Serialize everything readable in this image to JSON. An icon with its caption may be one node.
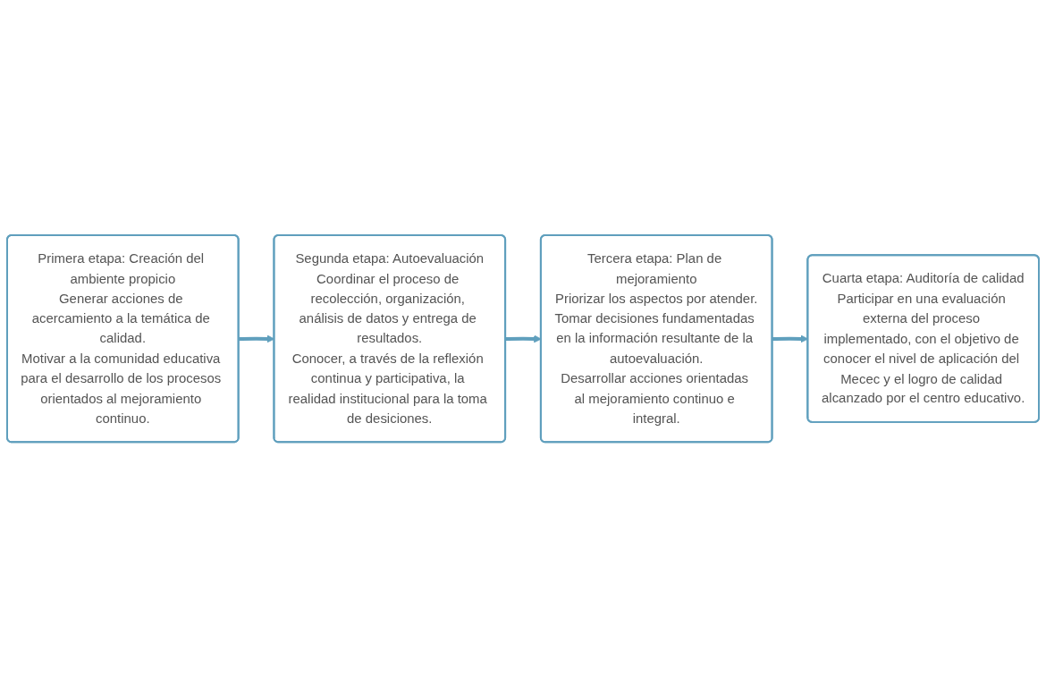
{
  "diagram": {
    "nodes": [
      {
        "text": [
          "Primera etapa: Creación del ambiente propicio",
          "Generar acciones de acercamiento a la temática de calidad.",
          "Motivar a la comunidad educativa para el desarrollo de los procesos orientados al mejoramiento continuo."
        ]
      },
      {
        "text": [
          "Segunda etapa: Autoevaluación",
          "Coordinar el proceso de recolección, organización, análisis de datos y entrega de resultados.",
          "Conocer, a través de la reflexión continua y participativa, la realidad institucional para la toma de desiciones."
        ]
      },
      {
        "text": [
          "Tercera etapa: Plan de mejoramiento",
          "Priorizar los aspectos por atender.",
          "Tomar decisiones fundamentadas en la información resultante de la autoevaluación.",
          "Desarrollar acciones orientadas al mejoramiento continuo e integral."
        ]
      },
      {
        "text": [
          "Cuarta etapa: Auditoría de calidad",
          "Participar en una evaluación externa del proceso implementado, con el objetivo de conocer el nivel de aplicación del Mecec y el logro de calidad alcanzado por el centro educativo."
        ]
      }
    ],
    "edges": [
      {
        "from": 0,
        "to": 1,
        "arrow": "to"
      },
      {
        "from": 1,
        "to": 2,
        "arrow": "to"
      },
      {
        "from": 2,
        "to": 3,
        "arrow": "to"
      }
    ]
  }
}
